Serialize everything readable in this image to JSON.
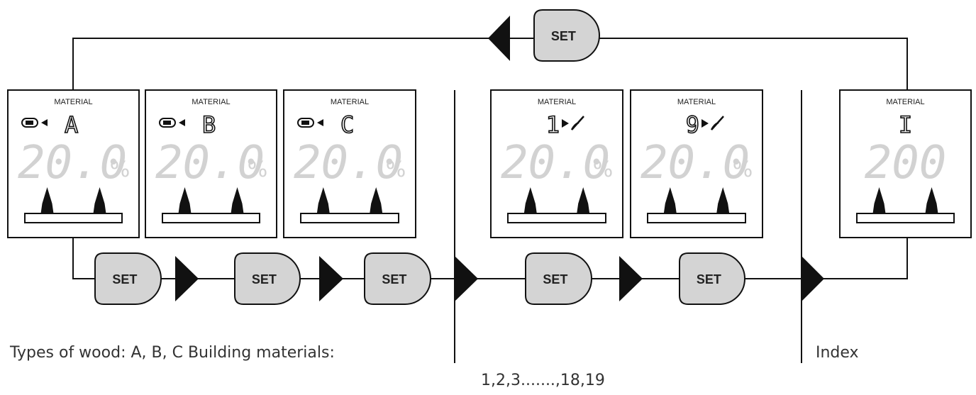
{
  "colors": {
    "line": "#111111",
    "button_fill": "#d4d4d4",
    "digit_gray": "#d2d2d2",
    "text": "#333333"
  },
  "set_button_label": "SET",
  "panels": [
    {
      "header": "MATERIAL",
      "code": "A",
      "shows_device_icon": true,
      "value": "20.0",
      "unit": "%"
    },
    {
      "header": "MATERIAL",
      "code": "B",
      "shows_device_icon": true,
      "value": "20.0",
      "unit": "%"
    },
    {
      "header": "MATERIAL",
      "code": "C",
      "shows_device_icon": true,
      "value": "20.0",
      "unit": "%"
    },
    {
      "header": "MATERIAL",
      "code": "1",
      "shows_pen_icon": true,
      "value": "20.0",
      "unit": "%"
    },
    {
      "header": "MATERIAL",
      "code": "9",
      "shows_pen_icon": true,
      "value": "20.0",
      "unit": "%"
    },
    {
      "header": "MATERIAL",
      "code": "I",
      "value": "200",
      "unit": ""
    }
  ],
  "captions": {
    "wood_and_building": "Types of wood: A, B, C Building materials:",
    "building_range": "1,2,3.......,18,19",
    "index": "Index"
  }
}
